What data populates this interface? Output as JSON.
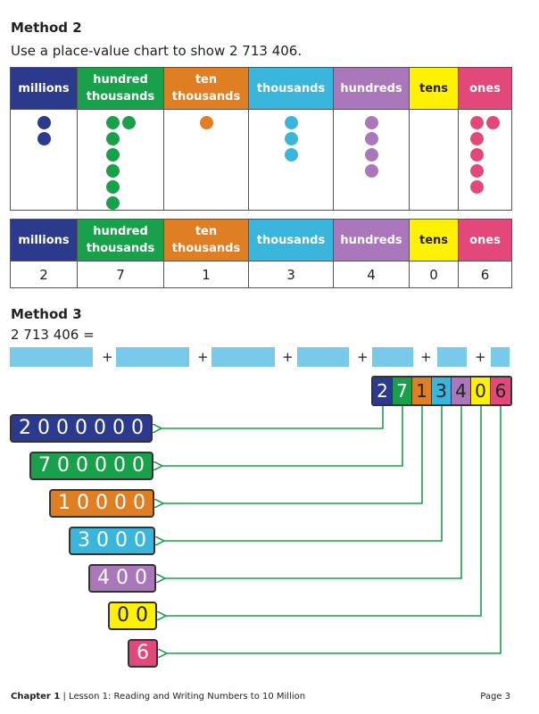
{
  "method2": {
    "heading": "Method 2",
    "instruction": "Use a place-value chart to show 2 713 406."
  },
  "columns": [
    {
      "id": "millions",
      "label": "millions",
      "color": "#2b3a8c",
      "dots": 2,
      "digit": "2"
    },
    {
      "id": "hth",
      "label": "hundred thousands",
      "color": "#18a04a",
      "dots": 7,
      "digit": "7"
    },
    {
      "id": "tth",
      "label": "ten thousands",
      "color": "#e07e24",
      "dots": 1,
      "digit": "1"
    },
    {
      "id": "th",
      "label": "thousands",
      "color": "#3ab6dd",
      "dots": 3,
      "digit": "3"
    },
    {
      "id": "h",
      "label": "hundreds",
      "color": "#aa77bb",
      "dots": 4,
      "digit": "4"
    },
    {
      "id": "t",
      "label": "tens",
      "color": "#fff200",
      "dots": 0,
      "digit": "0"
    },
    {
      "id": "o",
      "label": "ones",
      "color": "#e2497a",
      "dots": 6,
      "digit": "6"
    }
  ],
  "method3": {
    "heading": "Method 3",
    "equation": "2 713 406 =",
    "plus": "+"
  },
  "expanded": [
    {
      "value": "2000000",
      "color": "#2b3a8c"
    },
    {
      "value": "700000",
      "color": "#18a04a"
    },
    {
      "value": "10000",
      "color": "#e07e24"
    },
    {
      "value": "3000",
      "color": "#3ab6dd"
    },
    {
      "value": "400",
      "color": "#aa77bb"
    },
    {
      "value": "00",
      "color": "#fff200"
    },
    {
      "value": "6",
      "color": "#e2497a"
    }
  ],
  "arrow_color": "#18a04a",
  "footer": {
    "chapter": "Chapter 1",
    "lesson": "Lesson 1: Reading and Writing Numbers to 10 Million",
    "page": "Page 3"
  }
}
